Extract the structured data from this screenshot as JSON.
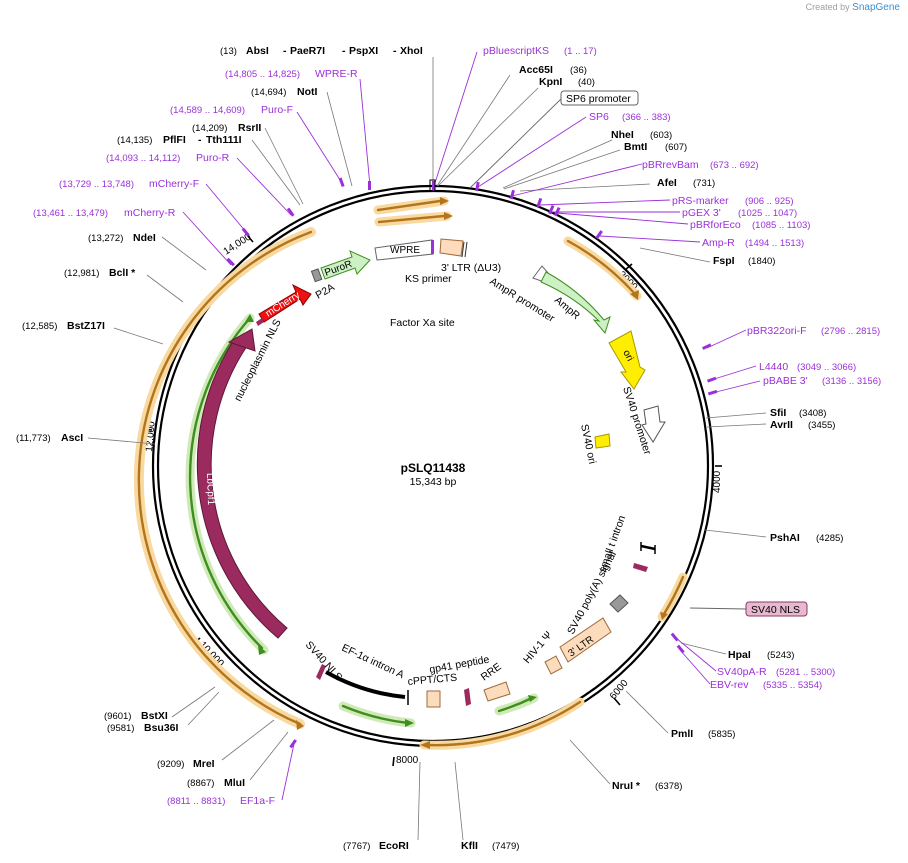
{
  "credit": {
    "prefix": "Created by",
    "brand": "SnapGene"
  },
  "plasmid": {
    "name": "pSLQ11438",
    "length": "15,343 bp"
  },
  "colors": {
    "enzyme": "#000000",
    "primer": "#9b30d9",
    "feature_orange": "#e1a94a",
    "feature_green": "#6bbf3a",
    "lbcpf1": "#9b2a5e",
    "mcherry": "#ee1111",
    "ori": "#ffee00",
    "ltr": "#fcdcbc"
  },
  "ticks": [
    "2000",
    "4000",
    "6000",
    "8000",
    "10,000",
    "12,000",
    "14,000"
  ],
  "enzymes": [
    {
      "pos": "(13)",
      "name": "AbsI"
    },
    {
      "name": "PaeR7I"
    },
    {
      "name": "PspXI"
    },
    {
      "name": "XhoI"
    },
    {
      "name": "Acc65I",
      "pos": "(36)"
    },
    {
      "name": "KpnI",
      "pos": "(40)"
    },
    {
      "name": "NheI",
      "pos": "(603)"
    },
    {
      "name": "BmtI",
      "pos": "(607)"
    },
    {
      "name": "AfeI",
      "pos": "(731)"
    },
    {
      "name": "FspI",
      "pos": "(1840)"
    },
    {
      "name": "SfiI",
      "pos": "(3408)"
    },
    {
      "name": "AvrII",
      "pos": "(3455)"
    },
    {
      "name": "PshAI",
      "pos": "(4285)"
    },
    {
      "name": "HpaI",
      "pos": "(5243)"
    },
    {
      "name": "PmlI",
      "pos": "(5835)"
    },
    {
      "name": "NruI *",
      "pos": "(6378)"
    },
    {
      "name": "KflI",
      "pos": "(7479)"
    },
    {
      "name": "EcoRI",
      "pos": "(7767)"
    },
    {
      "name": "MluI",
      "pos": "(8867)"
    },
    {
      "name": "MreI",
      "pos": "(9209)"
    },
    {
      "name": "Bsu36I",
      "pos": "(9581)"
    },
    {
      "name": "BstXI",
      "pos": "(9601)"
    },
    {
      "name": "AscI",
      "pos": "(11,773)"
    },
    {
      "name": "BstZ17I",
      "pos": "(12,585)"
    },
    {
      "name": "BclI *",
      "pos": "(12,981)"
    },
    {
      "name": "NdeI",
      "pos": "(13,272)"
    },
    {
      "name": "PflFI",
      "pos": "(14,135)"
    },
    {
      "name": "Tth111I"
    },
    {
      "name": "RsrII",
      "pos": "(14,209)"
    },
    {
      "name": "NotI",
      "pos": "(14,694)"
    }
  ],
  "primers": [
    {
      "name": "pBluescriptKS",
      "range": "(1 .. 17)"
    },
    {
      "name": "WPRE-R",
      "range": "(14,805 .. 14,825)"
    },
    {
      "name": "Puro-F",
      "range": "(14,589 .. 14,609)"
    },
    {
      "name": "Puro-R",
      "range": "(14,093 .. 14,112)"
    },
    {
      "name": "mCherry-F",
      "range": "(13,729 .. 13,748)"
    },
    {
      "name": "mCherry-R",
      "range": "(13,461 .. 13,479)"
    },
    {
      "name": "SP6",
      "range": "(366 .. 383)"
    },
    {
      "name": "pBRrevBam",
      "range": "(673 .. 692)"
    },
    {
      "name": "pRS-marker",
      "range": "(906 .. 925)"
    },
    {
      "name": "pGEX 3'",
      "range": "(1025 .. 1047)"
    },
    {
      "name": "pBRforEco",
      "range": "(1085 .. 1103)"
    },
    {
      "name": "Amp-R",
      "range": "(1494 .. 1513)"
    },
    {
      "name": "pBR322ori-F",
      "range": "(2796 .. 2815)"
    },
    {
      "name": "L4440",
      "range": "(3049 .. 3066)"
    },
    {
      "name": "pBABE 3'",
      "range": "(3136 .. 3156)"
    },
    {
      "name": "SV40pA-R",
      "range": "(5281 .. 5300)"
    },
    {
      "name": "EBV-rev",
      "range": "(5335 .. 5354)"
    },
    {
      "name": "EF1a-F",
      "range": "(8811 .. 8831)"
    }
  ],
  "boxed_labels": [
    "SP6 promoter",
    "SV40 NLS"
  ],
  "features": [
    "WPRE",
    "3' LTR (ΔU3)",
    "KS primer",
    "Factor Xa site",
    "AmpR promoter",
    "AmpR",
    "ori",
    "SV40 promoter",
    "SV40 ori",
    "small t intron",
    "SV40 poly(A) signal",
    "HIV-1 Ψ",
    "3' LTR",
    "RRE",
    "gp41 peptide",
    "cPPT/CTS",
    "EF-1α intron A",
    "SV40 NLS",
    "LbCpf1",
    "nucleoplasmin NLS",
    "mCherry",
    "P2A",
    "PuroR"
  ]
}
